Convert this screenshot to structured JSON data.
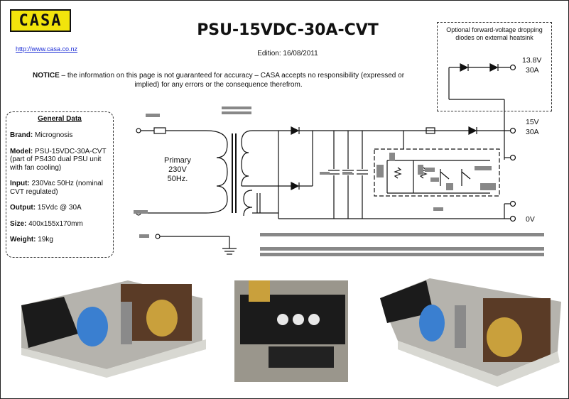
{
  "logo": {
    "text": "CASA"
  },
  "url": "http://www.casa.co.nz",
  "title": "PSU-15VDC-30A-CVT",
  "edition": "Edition: 16/08/2011",
  "notice": {
    "bold": "NOTICE",
    "text": " – the information on this page is not guaranteed for accuracy – CASA accepts no responsibility (expressed or implied) for any errors or the consequence therefrom."
  },
  "general_data": {
    "heading": "General Data",
    "rows": [
      {
        "label": "Brand:",
        "value": " Micrognosis"
      },
      {
        "label": "Model:",
        "value": " PSU-15VDC-30A-CVT (part of PS430 dual PSU unit with fan cooling)"
      },
      {
        "label": "Input:",
        "value": " 230Vac 50Hz (nominal CVT regulated)"
      },
      {
        "label": "Output:",
        "value": " 15Vdc @ 30A"
      },
      {
        "label": "Size:",
        "value": " 400x155x170mm"
      },
      {
        "label": "Weight:",
        "value": " 19kg"
      }
    ]
  },
  "optional_note": "Optional forward-voltage dropping diodes on external heatsink",
  "outputs": {
    "v138": "13.8V",
    "a30_1": "30A",
    "v15": "15V",
    "a30_2": "30A",
    "v0": "0V"
  },
  "primary": {
    "line1": "Primary",
    "line2": "230V",
    "line3": "50Hz."
  },
  "colors": {
    "logo_bg": "#f2e40c",
    "link": "#1a2bd6",
    "heatsink": "#1b1b1b",
    "capacitor": "#3a7fd0",
    "transformer": "#c9a03c"
  }
}
